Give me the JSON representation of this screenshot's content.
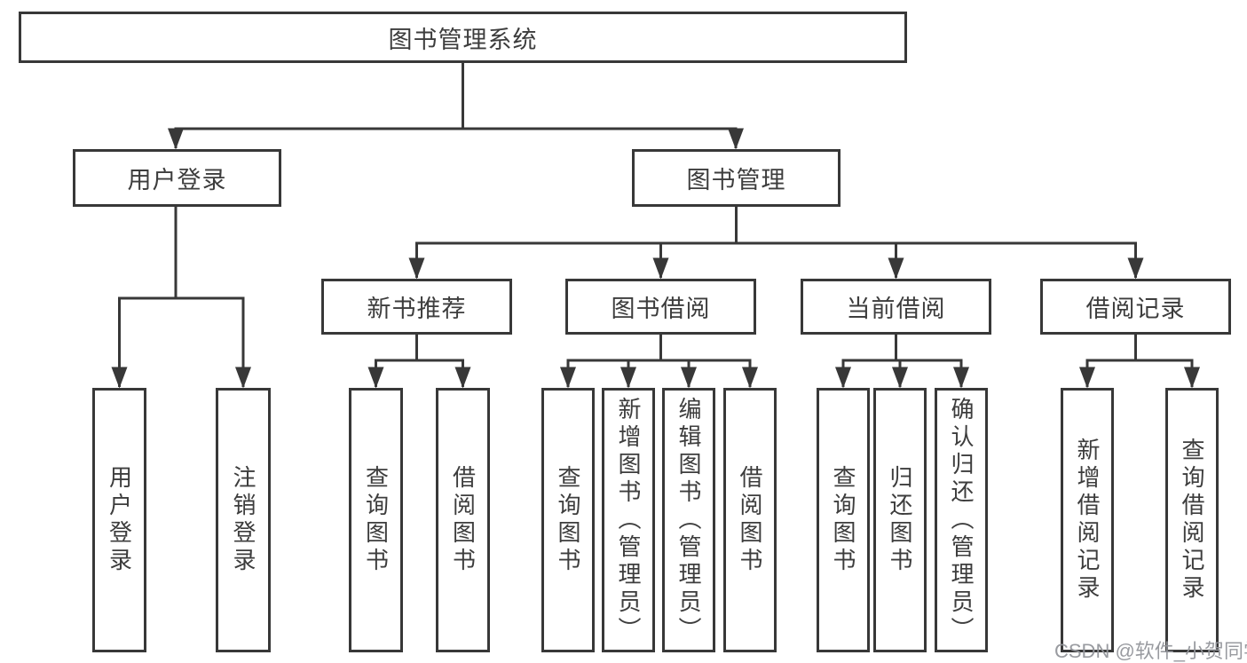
{
  "tree": {
    "root": "图书管理系统",
    "branches": [
      {
        "label": "用户登录",
        "leaves": [
          "用户登录",
          "注销登录"
        ]
      },
      {
        "label": "图书管理",
        "groups": [
          {
            "label": "新书推荐",
            "leaves": [
              "查询图书",
              "借阅图书"
            ]
          },
          {
            "label": "图书借阅",
            "leaves": [
              "查询图书",
              "新增图书（管理员）",
              "编辑图书（管理员）",
              "借阅图书"
            ]
          },
          {
            "label": "当前借阅",
            "leaves": [
              "查询图书",
              "归还图书",
              "确认归还（管理员）"
            ]
          },
          {
            "label": "借阅记录",
            "leaves": [
              "新增借阅记录",
              "查询借阅记录"
            ]
          }
        ]
      }
    ]
  },
  "watermark": {
    "text": "CSDN @软件_小贺同学"
  },
  "colors": {
    "line": "#383838",
    "box_border": "#383838",
    "label_text": "#3d3d3d",
    "watermark_text": "#94969b",
    "background": "#ffffff"
  }
}
